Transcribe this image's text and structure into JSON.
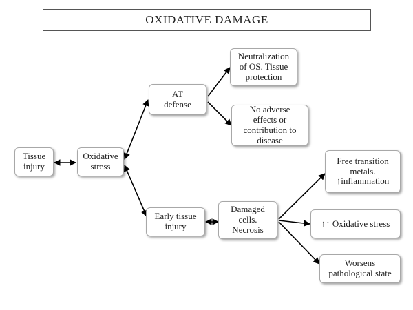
{
  "title": "OXIDATIVE DAMAGE",
  "nodes": {
    "tissue_injury": "Tissue\ninjury",
    "oxidative_stress": "Oxidative\nstress",
    "at_defense": "AT\ndefense",
    "neutralization": "Neutralization\nof OS. Tissue\nprotection",
    "no_adverse": "No adverse\neffects or\ncontribution to\ndisease",
    "early_tissue_injury": "Early tissue\ninjury",
    "damaged_cells": "Damaged\ncells.\nNecrosis",
    "free_metals": "Free transition\nmetals.\n↑inflammation",
    "more_oxidative_stress": "↑↑ Oxidative stress",
    "worsens": "Worsens\npathological state"
  },
  "edges": [
    {
      "from": "tissue_injury",
      "to": "oxidative_stress",
      "direction": "both"
    },
    {
      "from": "oxidative_stress",
      "to": "at_defense",
      "direction": "both"
    },
    {
      "from": "oxidative_stress",
      "to": "early_tissue_injury",
      "direction": "both"
    },
    {
      "from": "at_defense",
      "to": "neutralization",
      "direction": "forward"
    },
    {
      "from": "at_defense",
      "to": "no_adverse",
      "direction": "forward"
    },
    {
      "from": "early_tissue_injury",
      "to": "damaged_cells",
      "direction": "both"
    },
    {
      "from": "damaged_cells",
      "to": "free_metals",
      "direction": "forward"
    },
    {
      "from": "damaged_cells",
      "to": "more_oxidative_stress",
      "direction": "forward"
    },
    {
      "from": "damaged_cells",
      "to": "worsens",
      "direction": "forward"
    }
  ]
}
